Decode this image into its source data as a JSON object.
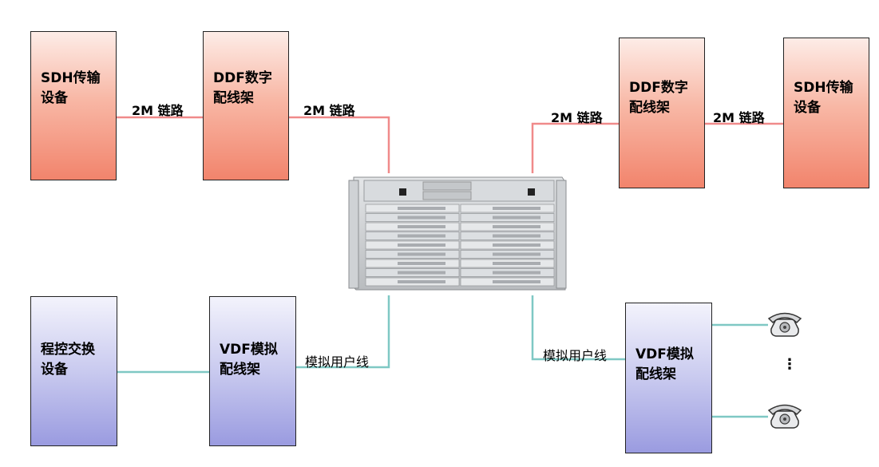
{
  "boxes": {
    "sdh_left": "SDH传输\n设备",
    "ddf_left": "DDF数字\n配线架",
    "ddf_right": "DDF数字\n配线架",
    "sdh_right": "SDH传输\n设备",
    "pbx": "程控交换\n设备",
    "vdf_left": "VDF模拟\n配线架",
    "vdf_right": "VDF模拟\n配线架"
  },
  "links": {
    "l1": "2M 链路",
    "l2": "2M 链路",
    "l3": "2M 链路",
    "l4": "2M 链路",
    "analog_left": "模拟用户线",
    "analog_right": "模拟用户线"
  },
  "ellipsis": "⋮",
  "icons": {
    "equipment": "rack-equipment-icon",
    "phone": "telephone-icon"
  },
  "colors": {
    "digital_link": "#f08a8a",
    "analog_link": "#7fc8c4",
    "red_box": "#f2846c",
    "blue_box": "#9a9be0"
  }
}
